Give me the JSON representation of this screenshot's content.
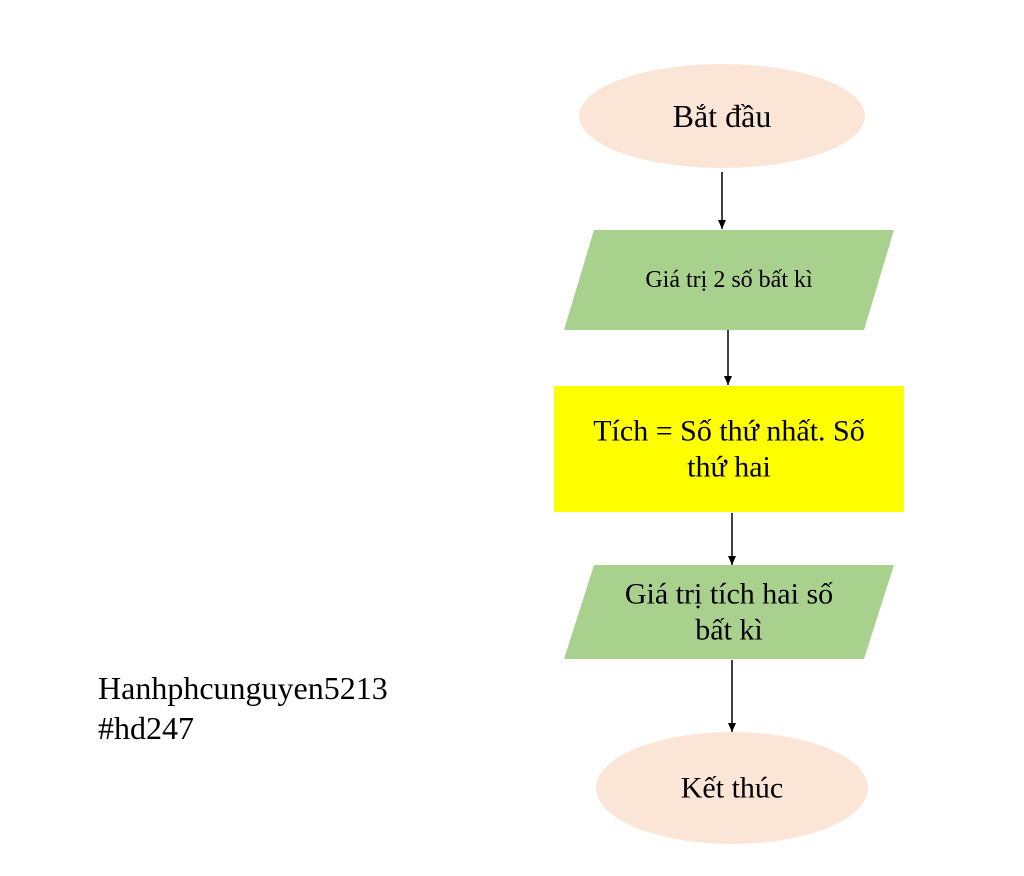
{
  "diagram": {
    "nodes": [
      {
        "id": "start",
        "shape": "ellipse",
        "fill": "#fbe5d6",
        "lines": [
          "Bắt đầu"
        ]
      },
      {
        "id": "input",
        "shape": "parallelogram",
        "fill": "#a9d18e",
        "lines": [
          "Giá trị 2 số bất kì"
        ]
      },
      {
        "id": "process",
        "shape": "rect",
        "fill": "#ffff00",
        "lines": [
          "Tích = Số thứ nhất. Số",
          "thứ hai"
        ]
      },
      {
        "id": "output",
        "shape": "parallelogram",
        "fill": "#a9d18e",
        "lines": [
          "Giá trị tích hai số",
          "bất kì"
        ]
      },
      {
        "id": "end",
        "shape": "ellipse",
        "fill": "#fbe5d6",
        "lines": [
          "Kết thúc"
        ]
      }
    ],
    "edges": [
      {
        "from": "start",
        "to": "input"
      },
      {
        "from": "input",
        "to": "process"
      },
      {
        "from": "process",
        "to": "output"
      },
      {
        "from": "output",
        "to": "end"
      }
    ]
  },
  "watermark": {
    "line1": "Hanhphcunguyen5213",
    "line2": "#hd247"
  }
}
